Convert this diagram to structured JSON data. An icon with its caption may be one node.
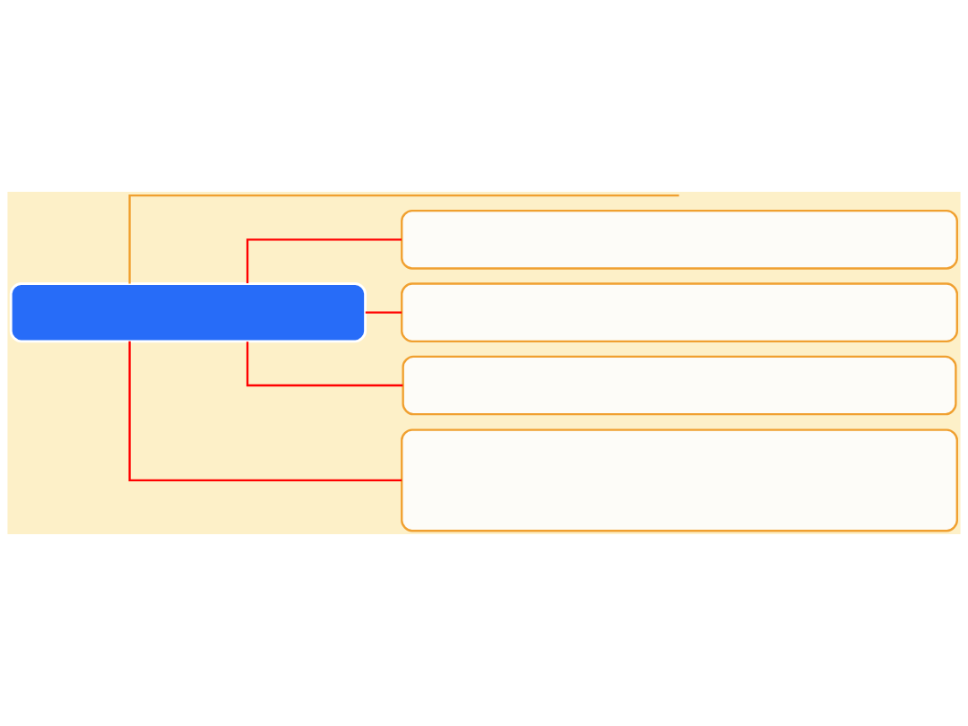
{
  "diagram": {
    "nodes": [
      {
        "text": [],
        "shape": "box"
      },
      {
        "text": [],
        "shape": "box"
      },
      {
        "text": [],
        "shape": "box"
      },
      {
        "text": [],
        "shape": "box"
      },
      {
        "text": [],
        "shape": "box"
      }
    ],
    "edges": [
      {
        "from": 0,
        "to": null,
        "arrow": "none",
        "color": "#f0a030"
      },
      {
        "from": 0,
        "to": 1,
        "arrow": "none"
      },
      {
        "from": 0,
        "to": 2,
        "arrow": "none"
      },
      {
        "from": 0,
        "to": 3,
        "arrow": "none"
      },
      {
        "from": 0,
        "to": 4,
        "arrow": "none"
      }
    ]
  }
}
